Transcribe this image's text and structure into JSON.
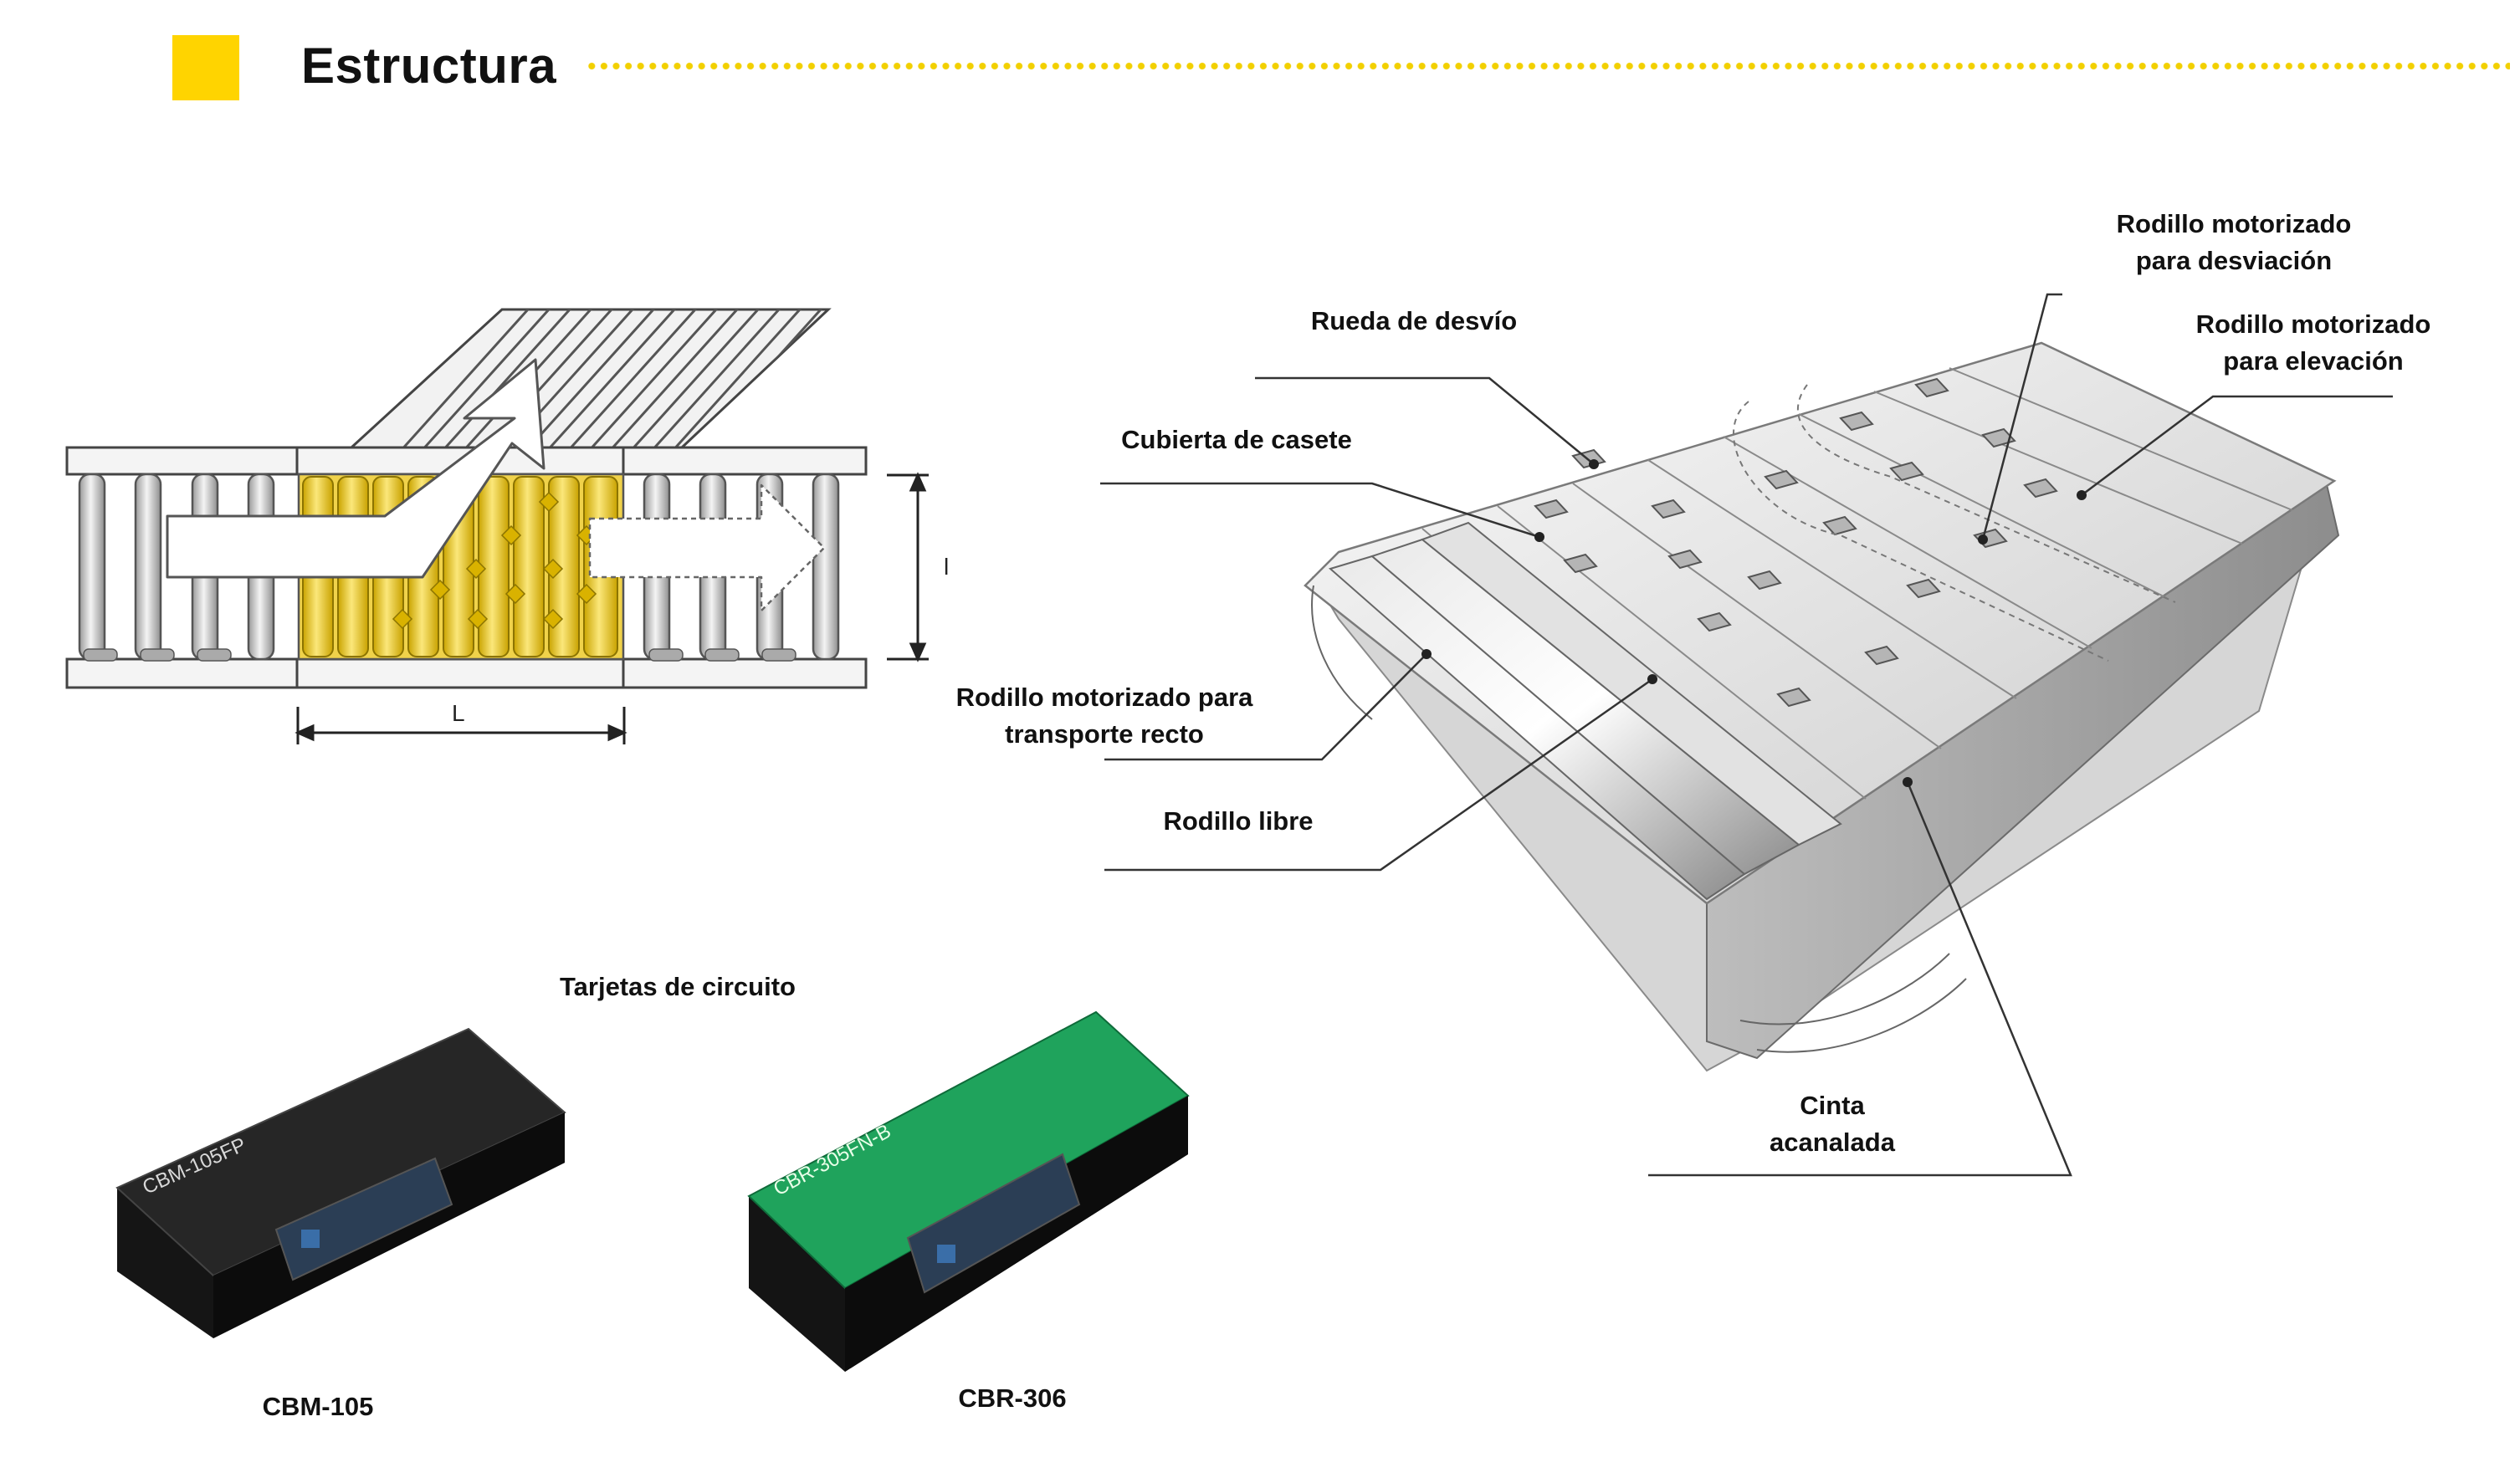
{
  "header": {
    "title": "Estructura"
  },
  "diagram": {
    "dimension_height": "l",
    "dimension_length": "L"
  },
  "labels": {
    "rueda_desvio": "Rueda de desvío",
    "cubierta_casete": "Cubierta de casete",
    "rodillo_desviacion_1": "Rodillo motorizado",
    "rodillo_desviacion_2": "para desviación",
    "rodillo_elevacion_1": "Rodillo motorizado",
    "rodillo_elevacion_2": "para elevación",
    "rodillo_transporte_1": "Rodillo motorizado para",
    "rodillo_transporte_2": "transporte recto",
    "rodillo_libre": "Rodillo libre",
    "cinta_1": "Cinta",
    "cinta_2": "acanalada"
  },
  "circuit_boards": {
    "title": "Tarjetas de circuito",
    "board_1": {
      "caption": "CBM-105",
      "printed_label": "CBM-105FP",
      "color": "#1c1c1c"
    },
    "board_2": {
      "caption": "CBR-306",
      "printed_label": "CBR-305FN-B",
      "color": "#1fa35c"
    }
  },
  "colors": {
    "accent": "#ffd400",
    "roller_highlight": "#f3d64a",
    "line": "#333333"
  }
}
